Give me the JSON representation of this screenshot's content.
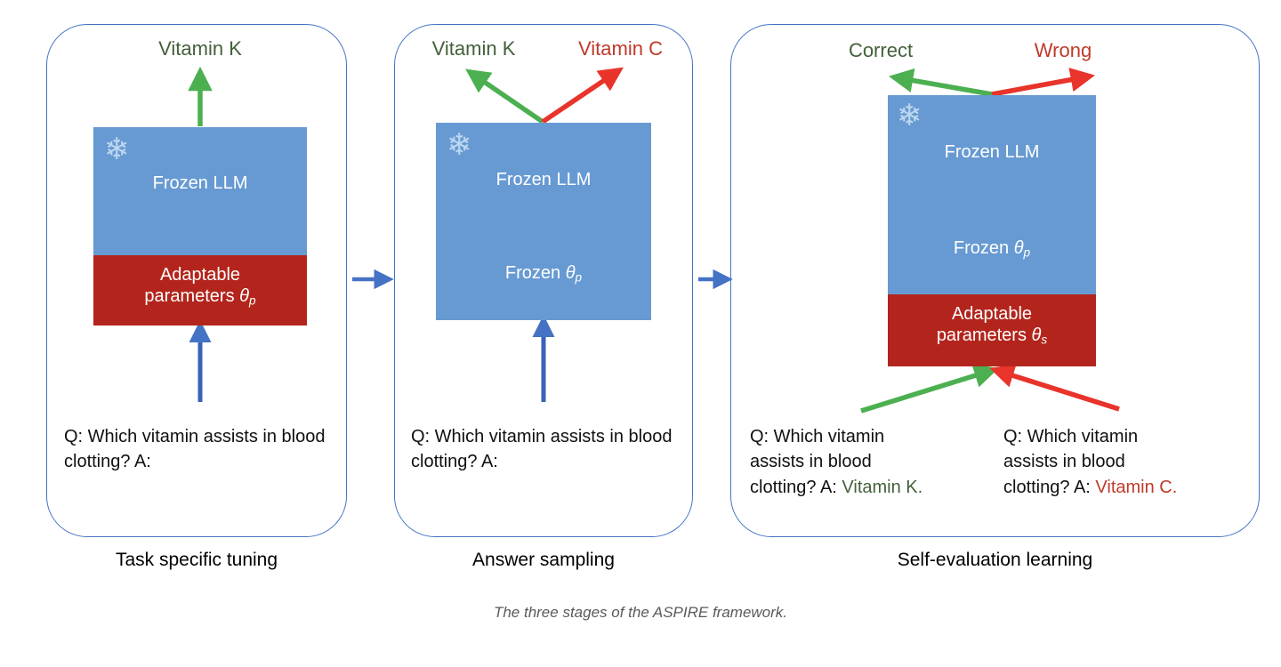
{
  "figure": {
    "caption": "The three stages of the ASPIRE framework."
  },
  "colors": {
    "panel_border": "#4472c4",
    "frozen_llm_blue": "#679ad2",
    "adaptable_red": "#b3251c",
    "arrow_blue": "#4472c4",
    "arrow_green": "#4cb050",
    "arrow_red": "#e8342a",
    "text_green": "#43603a",
    "text_red": "#bf3a2b",
    "caption_gray": "#5a5a5a"
  },
  "stages": [
    {
      "id": "task-specific-tuning",
      "label": "Task specific tuning",
      "output_label": "Vitamin K",
      "output_color": "green",
      "blocks": [
        {
          "kind": "frozen",
          "text": "Frozen LLM"
        },
        {
          "kind": "adaptable",
          "line1": "Adaptable",
          "line2": "parameters",
          "symbol": "θ",
          "subscript": "p"
        }
      ],
      "question": "Q: Which vitamin assists in blood clotting? A:"
    },
    {
      "id": "answer-sampling",
      "label": "Answer sampling",
      "outputs": [
        {
          "text": "Vitamin K",
          "color": "green"
        },
        {
          "text": "Vitamin C",
          "color": "red"
        }
      ],
      "blocks": [
        {
          "kind": "frozen",
          "text": "Frozen LLM"
        },
        {
          "kind": "frozen",
          "text": "Frozen",
          "symbol": "θ",
          "subscript": "p"
        }
      ],
      "question": "Q: Which vitamin assists in blood clotting? A:"
    },
    {
      "id": "self-evaluation-learning",
      "label": "Self-evaluation learning",
      "outputs": [
        {
          "text": "Correct",
          "color": "green"
        },
        {
          "text": "Wrong",
          "color": "red"
        }
      ],
      "blocks": [
        {
          "kind": "frozen",
          "text": "Frozen LLM"
        },
        {
          "kind": "frozen",
          "text": "Frozen",
          "symbol": "θ",
          "subscript": "p"
        },
        {
          "kind": "adaptable",
          "line1": "Adaptable",
          "line2": "parameters",
          "symbol": "θ",
          "subscript": "s"
        }
      ],
      "questions": [
        {
          "prompt": "Q: Which vitamin assists in blood clotting? A: ",
          "answer": "Vitamin K.",
          "color": "green"
        },
        {
          "prompt": "Q: Which vitamin assists in blood clotting? A: ",
          "answer": "Vitamin C.",
          "color": "red"
        }
      ]
    }
  ],
  "icons": {
    "snowflake": "❄"
  }
}
